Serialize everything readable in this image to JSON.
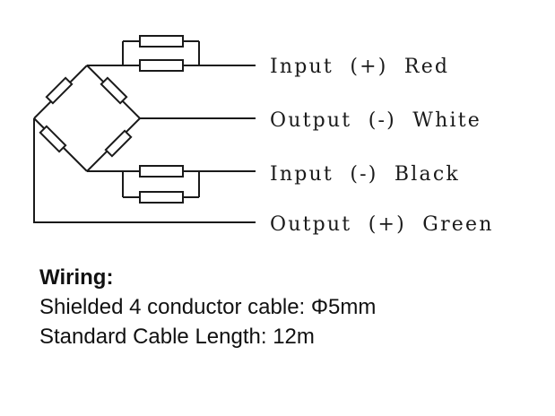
{
  "terminals": [
    {
      "label": "Input  (+)  Red"
    },
    {
      "label": "Output  (-)  White"
    },
    {
      "label": "Input  (-)  Black"
    },
    {
      "label": "Output  (+)  Green"
    }
  ],
  "wiring": {
    "title": "Wiring:",
    "cable": "Shielded 4 conductor cable: Φ5mm",
    "length": "Standard Cable Length: 12m"
  }
}
